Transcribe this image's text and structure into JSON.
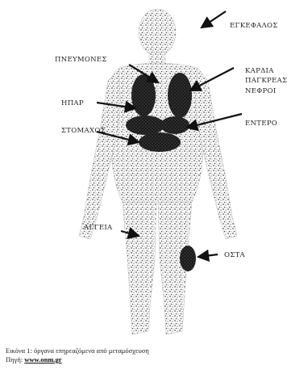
{
  "diagram": {
    "labels": {
      "brain": "ΕΓΚΕΦΑΛΟΣ",
      "lungs": "ΠΝΕΥΜΟΝΕΣ",
      "heart": "ΚΑΡΔΙΑ",
      "pancreas": "ΠΑΓΚΡΕΑΣ",
      "kidneys": "ΝΕΦΡΟΙ",
      "stomach": "ΣΤΟΜΑΧΟΣ",
      "liver": "ΗΠΑΡ",
      "intestine": "ΕΝΤΕΡΟ",
      "vessels": "ΑΓΓΕΙΑ",
      "bones": "ΟΣΤΑ"
    },
    "colors": {
      "body_texture": "#555555",
      "organs": "#111111",
      "arrows": "#111111"
    }
  },
  "caption": {
    "figure_text": "Εικόνα 1: όργανα επηρεαζόμενα από μεταμόσχευση",
    "source_prefix": "Πηγή: ",
    "source_link": "www.onm.gr"
  }
}
